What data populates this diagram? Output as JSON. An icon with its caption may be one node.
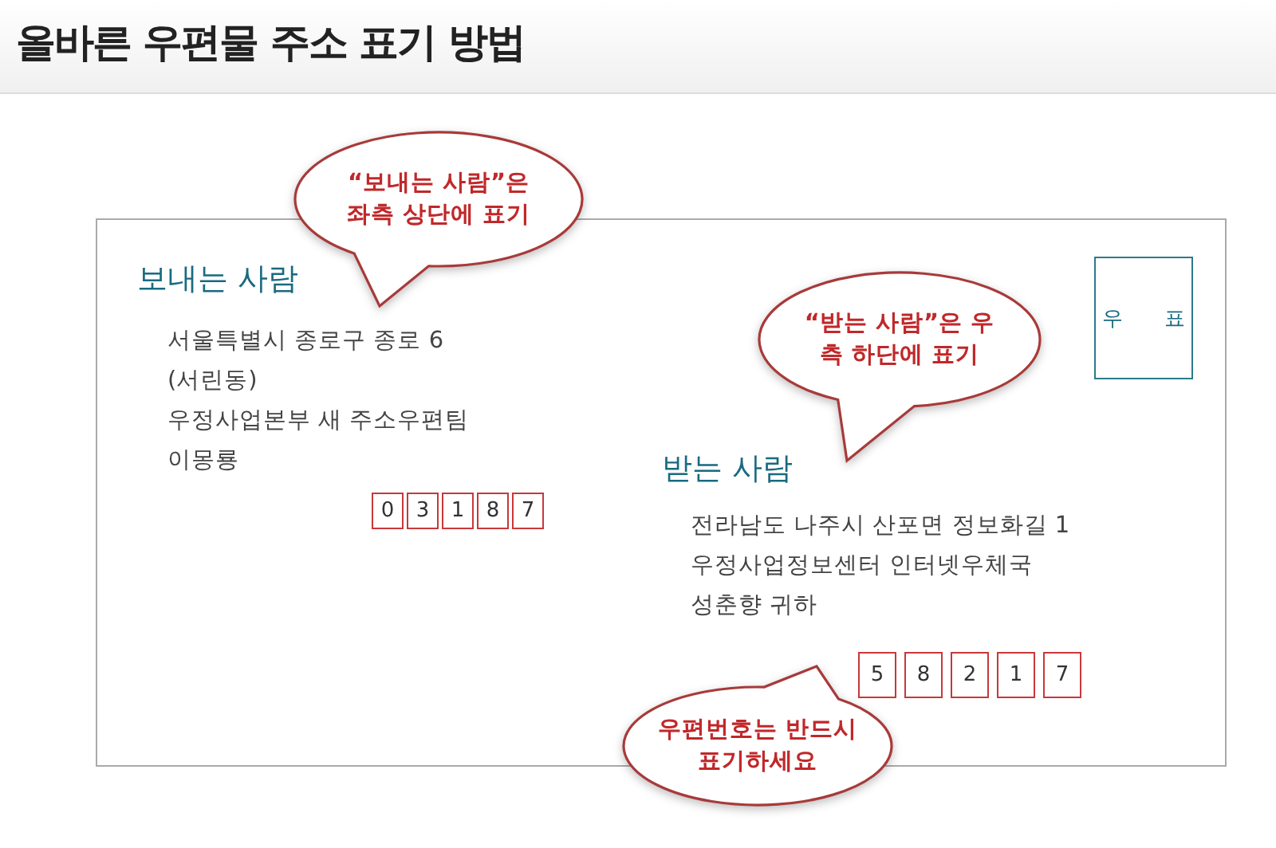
{
  "diagram": {
    "title": "올바른 우편물 주소 표기 방법",
    "nodes": [
      {
        "text": [],
        "shape": "box"
      },
      {
        "text": [
          "“보내는 사람”은 좌측 상단에 표기"
        ]
      },
      {
        "text": [
          "우 표"
        ],
        "in": 0
      },
      {
        "text": [
          "0"
        ],
        "in": 0
      },
      {
        "text": [
          "3"
        ],
        "in": 0
      },
      {
        "text": [
          "1"
        ],
        "in": 0
      },
      {
        "text": [
          "8"
        ],
        "in": 0
      },
      {
        "text": [
          "7"
        ],
        "in": 0
      },
      {
        "text": [
          "“받는 사람”은 우측 하단에 표기"
        ],
        "in": 0
      },
      {
        "text": [
          "5"
        ],
        "in": 0
      },
      {
        "text": [
          "8"
        ],
        "in": 0
      },
      {
        "text": [
          "2"
        ],
        "in": 0
      },
      {
        "text": [
          "1"
        ],
        "in": 0
      },
      {
        "text": [
          "7"
        ],
        "in": 0
      },
      {
        "text": [
          "우편번호는 반드시 표기하세요"
        ]
      }
    ],
    "labels": [
      "보내는 사람",
      "서울특별시 종로구 종로 6",
      "(서린동)",
      "우정사업본부 새 주소우편팀",
      "이몽룡",
      "받는 사람",
      "전라남도 나주시 산포면 정보화길 1",
      "우정사업정보센터 인터넷우체국",
      "성춘향 귀하"
    ]
  }
}
